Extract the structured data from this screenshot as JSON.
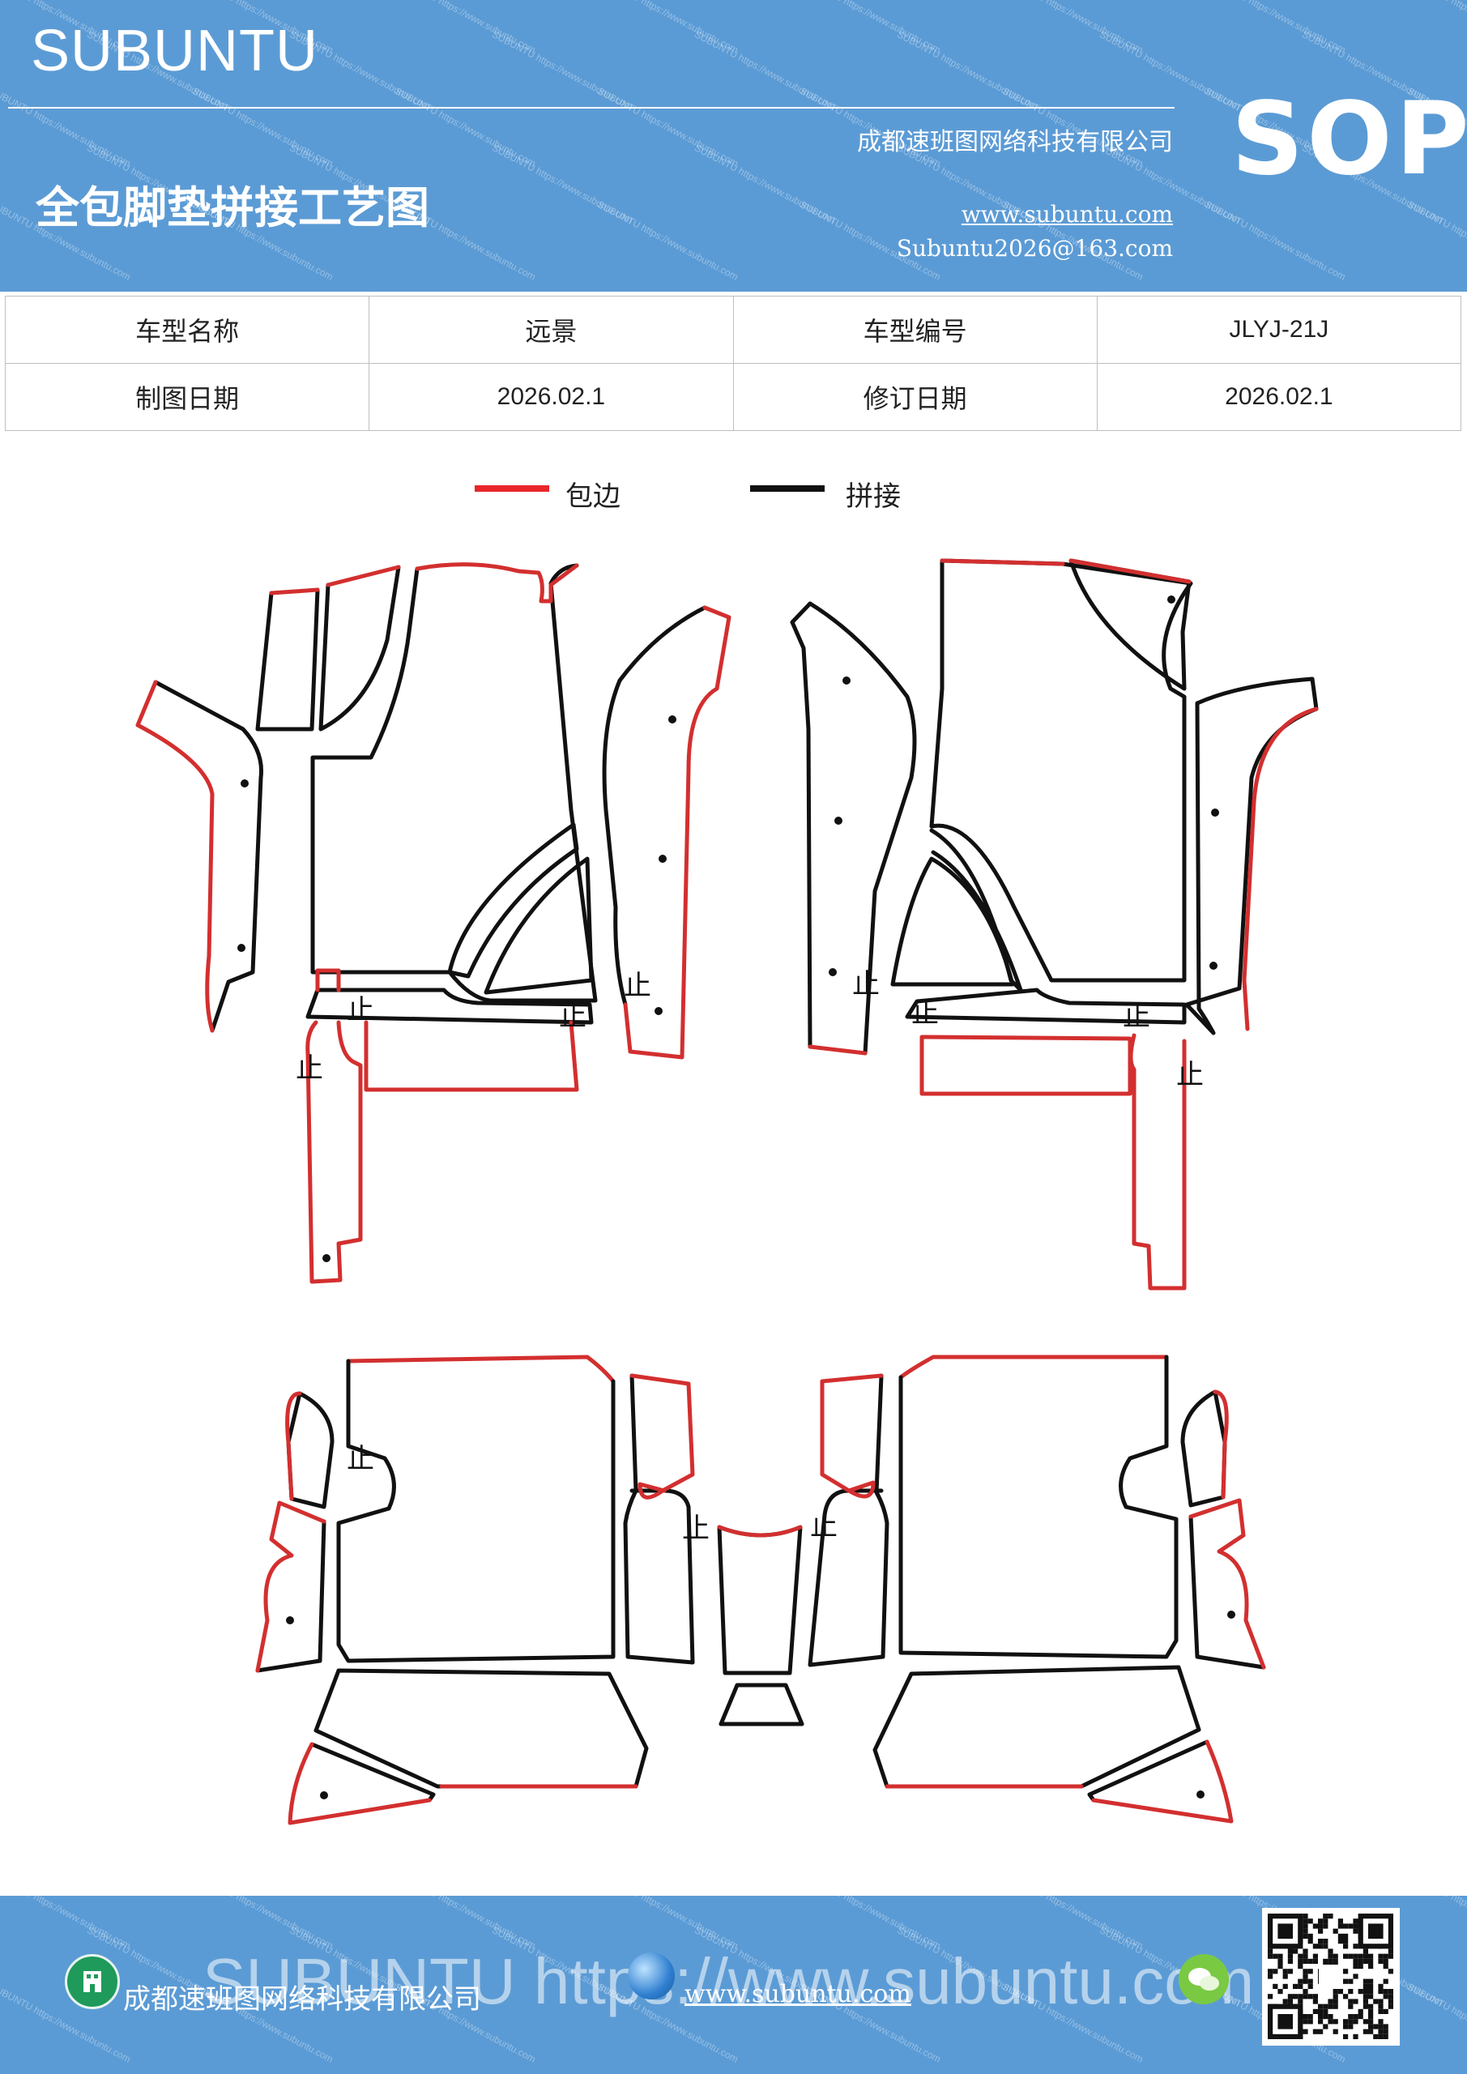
{
  "header": {
    "brand": "SUBUNTU",
    "title": "全包脚垫拼接工艺图",
    "company": "成都速班图网络科技有限公司",
    "website": "www.subuntu.com",
    "email": "Subuntu2026@163.com",
    "badge": "SOP",
    "watermark_text": "SUBUNTU https://www.subuntu.com"
  },
  "info_table": {
    "rows": [
      [
        {
          "text": "车型名称"
        },
        {
          "text": "远景"
        },
        {
          "text": "车型编号"
        },
        {
          "text": "JLYJ-21J"
        }
      ],
      [
        {
          "text": "制图日期"
        },
        {
          "text": "2026.02.1"
        },
        {
          "text": "修订日期"
        },
        {
          "text": "2026.02.1"
        }
      ]
    ]
  },
  "legend": {
    "items": [
      {
        "label": "包边",
        "color": "#e8262a"
      },
      {
        "label": "拼接",
        "color": "#111111"
      }
    ]
  },
  "drawing": {
    "mark_glyph": "止",
    "edge_color": "#d32f2f",
    "seam_color": "#111111"
  },
  "footer": {
    "company": "成都速班图网络科技有限公司",
    "website": "www.subuntu.com",
    "watermark": "SUBUNTU https://www.subuntu.com"
  }
}
